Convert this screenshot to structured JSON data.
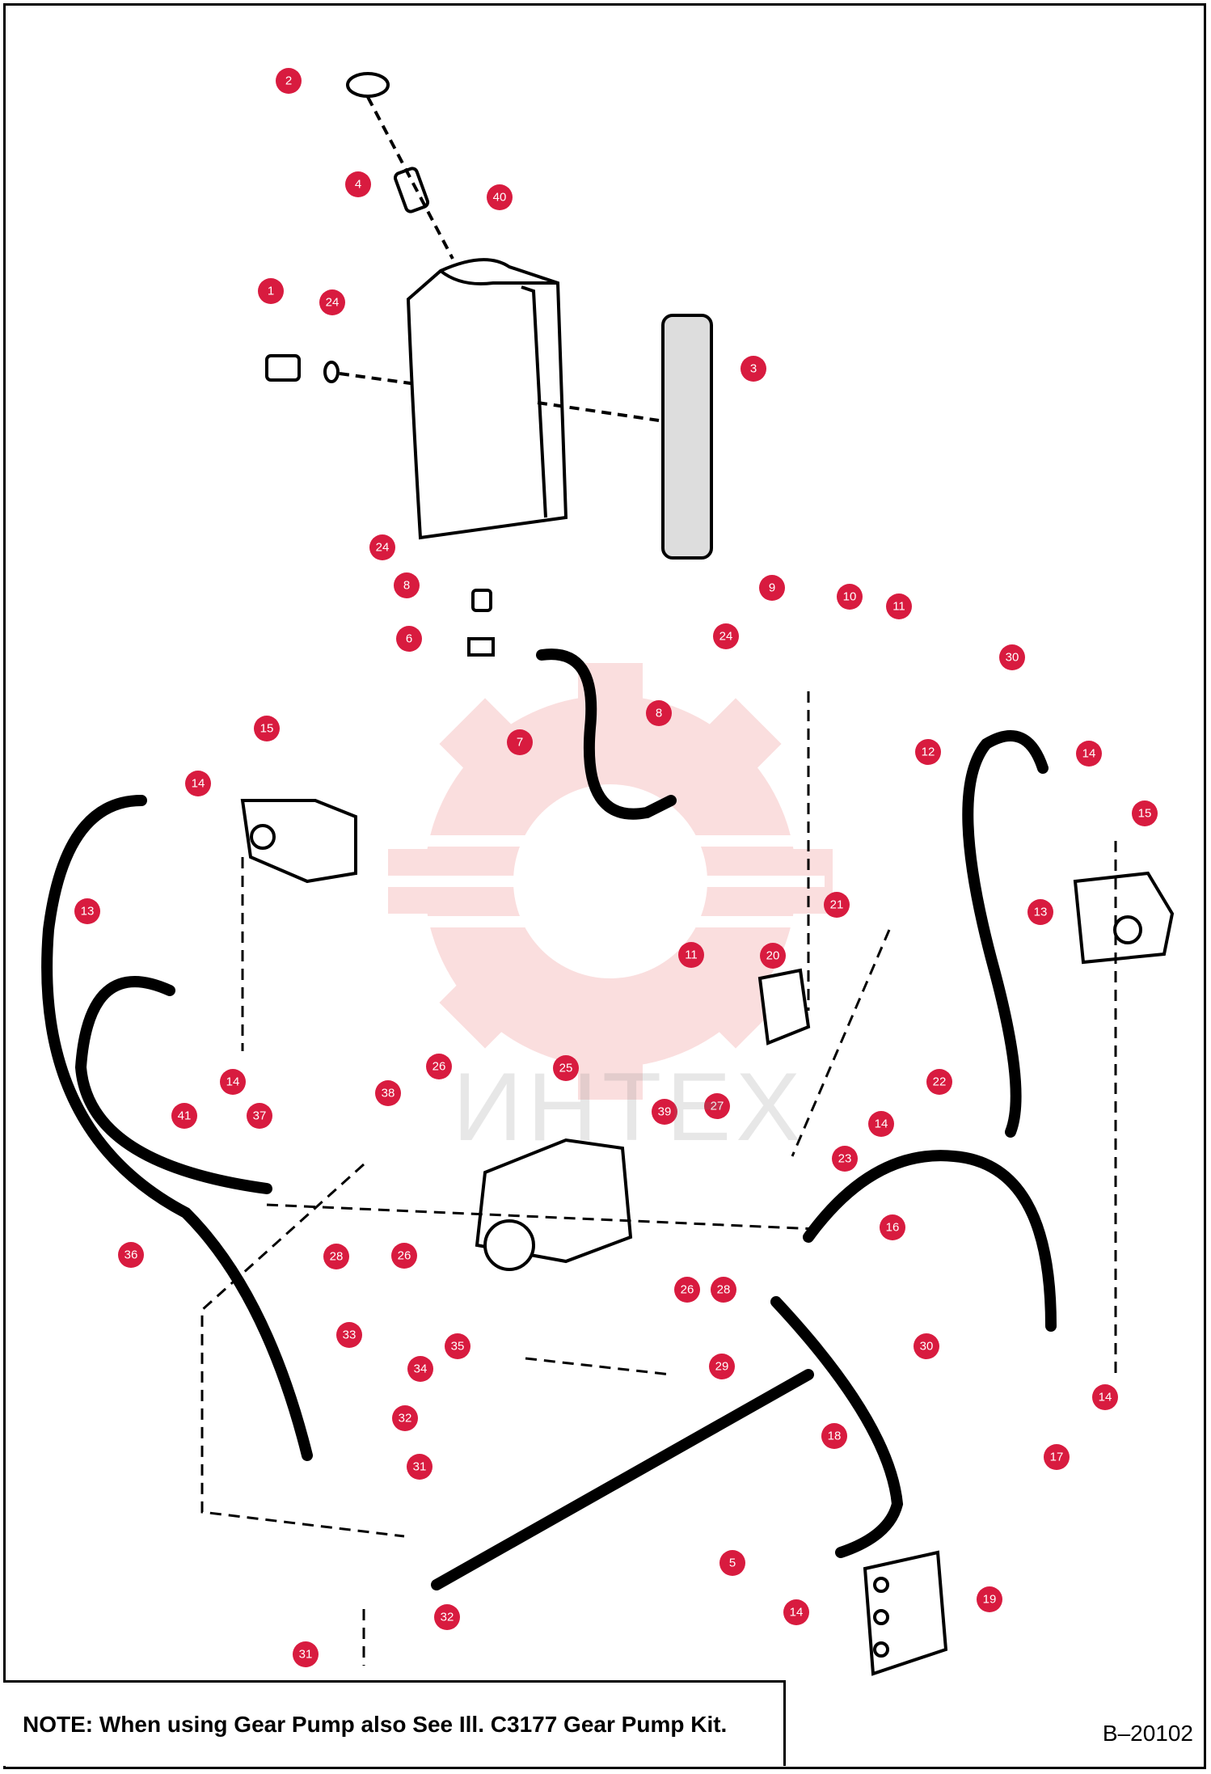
{
  "note": "NOTE: When using Gear Pump also See Ill. C3177 Gear Pump Kit.",
  "figure_id": "B–20102",
  "watermark": "ИНТЕХ",
  "colors": {
    "callout": "#d81b3f",
    "line": "#000000",
    "watermark": "#f2a3a3"
  },
  "callouts": [
    {
      "num": "2"
    },
    {
      "num": "4"
    },
    {
      "num": "40"
    },
    {
      "num": "1"
    },
    {
      "num": "24"
    },
    {
      "num": "3"
    },
    {
      "num": "24"
    },
    {
      "num": "8"
    },
    {
      "num": "6"
    },
    {
      "num": "9"
    },
    {
      "num": "10"
    },
    {
      "num": "11"
    },
    {
      "num": "24"
    },
    {
      "num": "8"
    },
    {
      "num": "7"
    },
    {
      "num": "12"
    },
    {
      "num": "30"
    },
    {
      "num": "14"
    },
    {
      "num": "15"
    },
    {
      "num": "15"
    },
    {
      "num": "14"
    },
    {
      "num": "13"
    },
    {
      "num": "13"
    },
    {
      "num": "11"
    },
    {
      "num": "20"
    },
    {
      "num": "21"
    },
    {
      "num": "14"
    },
    {
      "num": "41"
    },
    {
      "num": "37"
    },
    {
      "num": "38"
    },
    {
      "num": "26"
    },
    {
      "num": "25"
    },
    {
      "num": "39"
    },
    {
      "num": "27"
    },
    {
      "num": "22"
    },
    {
      "num": "14"
    },
    {
      "num": "23"
    },
    {
      "num": "36"
    },
    {
      "num": "28"
    },
    {
      "num": "26"
    },
    {
      "num": "16"
    },
    {
      "num": "26"
    },
    {
      "num": "28"
    },
    {
      "num": "33"
    },
    {
      "num": "35"
    },
    {
      "num": "34"
    },
    {
      "num": "29"
    },
    {
      "num": "30"
    },
    {
      "num": "32"
    },
    {
      "num": "18"
    },
    {
      "num": "14"
    },
    {
      "num": "31"
    },
    {
      "num": "17"
    },
    {
      "num": "5"
    },
    {
      "num": "19"
    },
    {
      "num": "14"
    },
    {
      "num": "32"
    },
    {
      "num": "31"
    }
  ]
}
